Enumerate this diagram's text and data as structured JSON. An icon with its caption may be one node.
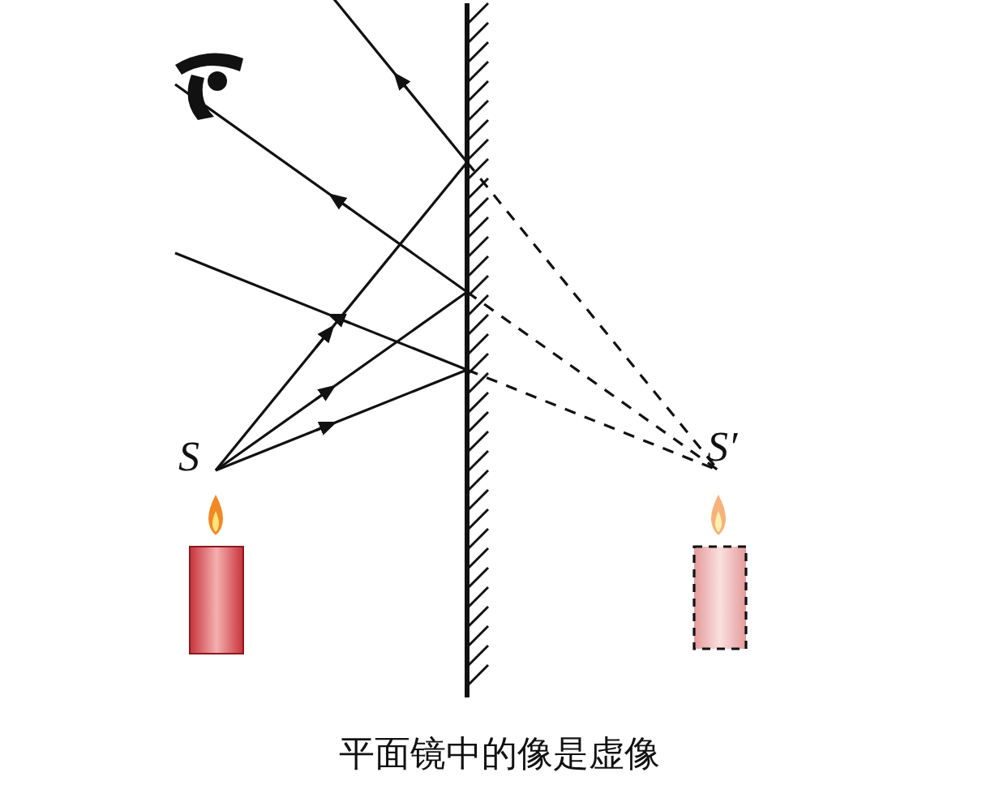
{
  "diagram": {
    "caption": "平面镜中的像是虚像",
    "labels": [
      "S",
      "S′"
    ]
  }
}
